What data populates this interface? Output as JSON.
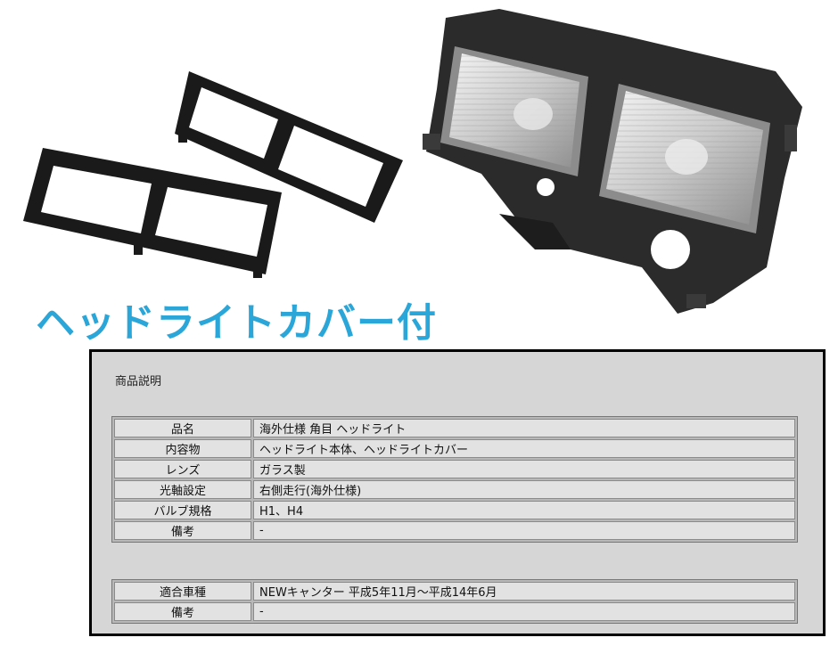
{
  "headline": "ヘッドライトカバー付",
  "panel": {
    "title": "商品説明"
  },
  "specs": [
    {
      "label": "品名",
      "value": "海外仕様 角目 ヘッドライト"
    },
    {
      "label": "内容物",
      "value": "ヘッドライト本体、ヘッドライトカバー"
    },
    {
      "label": "レンズ",
      "value": "ガラス製"
    },
    {
      "label": "光軸設定",
      "value": "右側走行(海外仕様)"
    },
    {
      "label": "バルブ規格",
      "value": "H1、H4"
    },
    {
      "label": "備考",
      "value": "-"
    }
  ],
  "fitment": [
    {
      "label": "適合車種",
      "value": "NEWキャンター 平成5年11月〜平成14年6月"
    },
    {
      "label": "備考",
      "value": "-"
    }
  ]
}
